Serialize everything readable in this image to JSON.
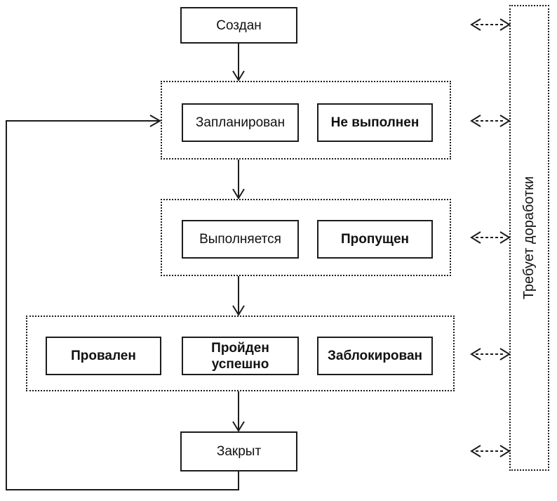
{
  "diagram": {
    "type": "state-flowchart",
    "language": "ru",
    "nodes": {
      "created": "Создан",
      "planned": "Запланирован",
      "not_executed": "Не выполнен",
      "executing": "Выполняется",
      "skipped": "Пропущен",
      "failed": "Провален",
      "passed": "Пройден успешно",
      "blocked": "Заблокирован",
      "closed": "Закрыт",
      "needs_rework": "Требует доработки"
    },
    "flow_order": [
      "created",
      "planned|not_executed",
      "executing|skipped",
      "failed|passed|blocked",
      "closed"
    ],
    "loop_back": "closed -> planned-group",
    "rework_links": [
      "created",
      "planned-group",
      "executing-group",
      "result-group",
      "closed"
    ],
    "colors": {
      "line": "#1c1c1c",
      "text": "#111111",
      "background": "#ffffff"
    }
  }
}
